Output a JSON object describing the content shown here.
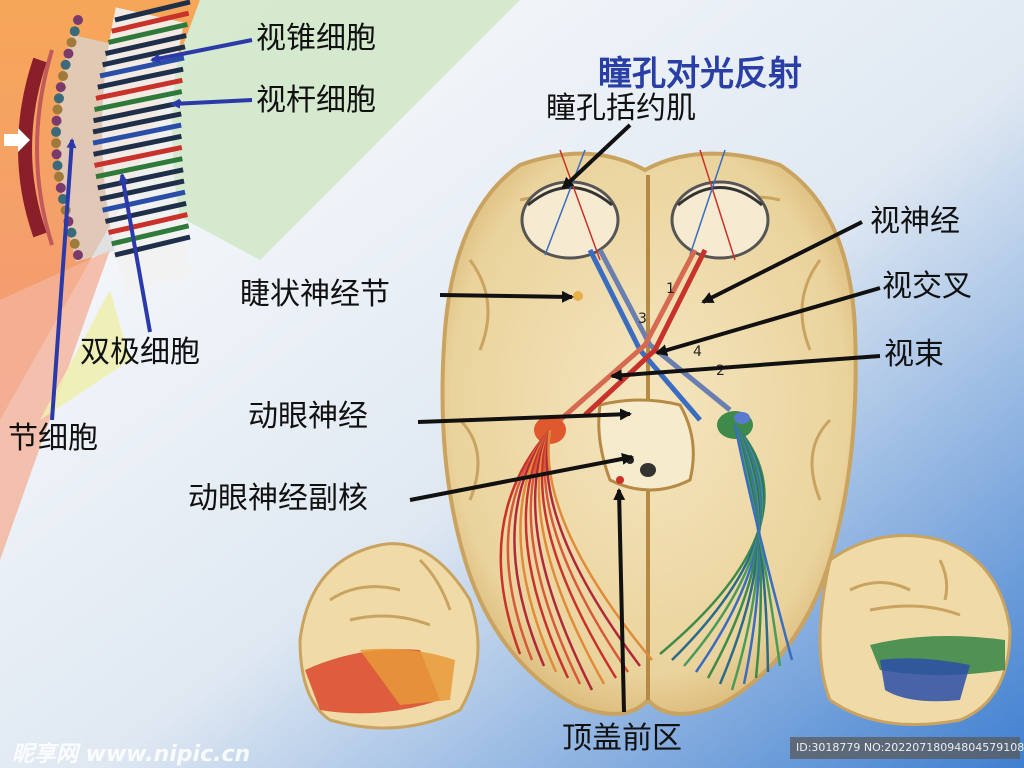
{
  "title": "瞳孔对光反射",
  "retina_labels": {
    "cone_cell": "视锥细胞",
    "rod_cell": "视杆细胞",
    "bipolar_cell": "双极细胞",
    "ganglion_cell": "节细胞"
  },
  "pathway_labels": {
    "pupillary_sphincter": "瞳孔括约肌",
    "optic_nerve": "视神经",
    "optic_chiasm": "视交叉",
    "ciliary_ganglion": "睫状神经节",
    "optic_tract": "视束",
    "oculomotor_nerve": "动眼神经",
    "oculomotor_accessory_nucleus": "动眼神经副核",
    "pretectal_area": "顶盖前区"
  },
  "numbers": [
    "1",
    "2",
    "3",
    "4"
  ],
  "watermark": {
    "site": "昵享网 www.nipic.cn",
    "id": "ID:3018779 NO:20220718094804579108"
  },
  "colors": {
    "title": "#2a3fa6",
    "arrow_blue": "#2b3aa8",
    "arrow_black": "#111111",
    "brain": "#ecd9a8",
    "pathway_red": "#c8322a",
    "pathway_blue": "#3a6cc0",
    "pathway_green": "#3d8a4a"
  }
}
